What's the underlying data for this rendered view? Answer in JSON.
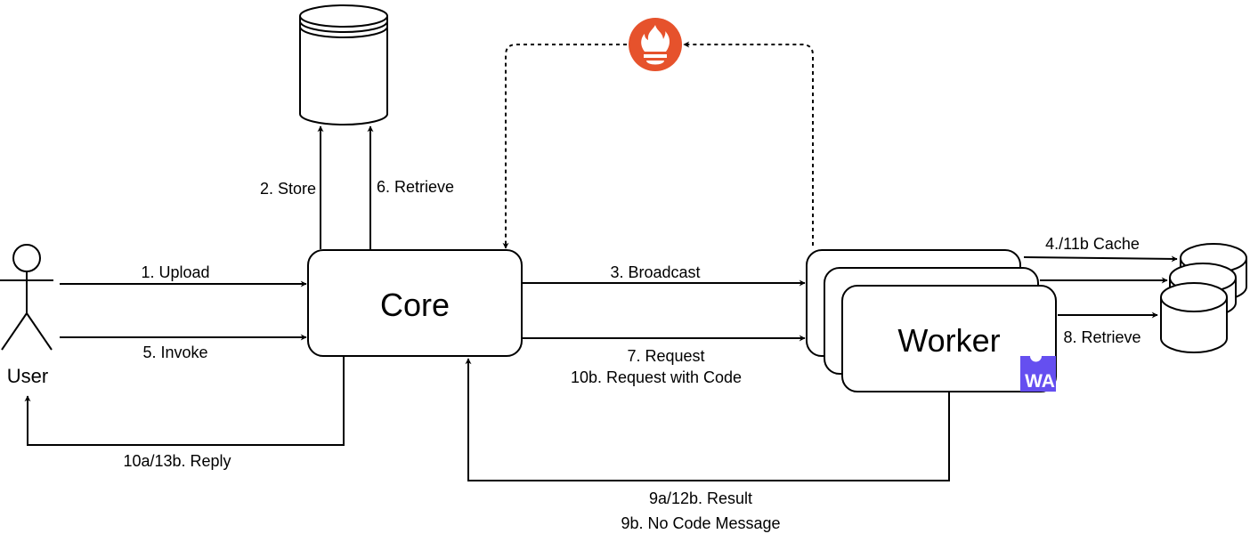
{
  "diagram": {
    "nodes": {
      "user": "User",
      "core": "Core",
      "worker": "Worker",
      "wasm_badge": "WA"
    },
    "edges": {
      "upload": "1. Upload",
      "store": "2. Store",
      "broadcast": "3. Broadcast",
      "cache": "4./11b Cache",
      "invoke": "5. Invoke",
      "retrieve_storage": "6. Retrieve",
      "request": "7. Request",
      "request_with_code": "10b. Request with Code",
      "retrieve_cache": "8. Retrieve",
      "result": "9a/12b. Result",
      "no_code": "9b. No Code Message",
      "reply": "10a/13b. Reply"
    },
    "icons": {
      "storage": "database-cylinder-icon",
      "monitor": "prometheus-icon",
      "cache": "cache-cylinders-icon"
    },
    "colors": {
      "prometheus": "#E6522C",
      "wasm": "#654FF0",
      "stroke": "#000000"
    }
  }
}
